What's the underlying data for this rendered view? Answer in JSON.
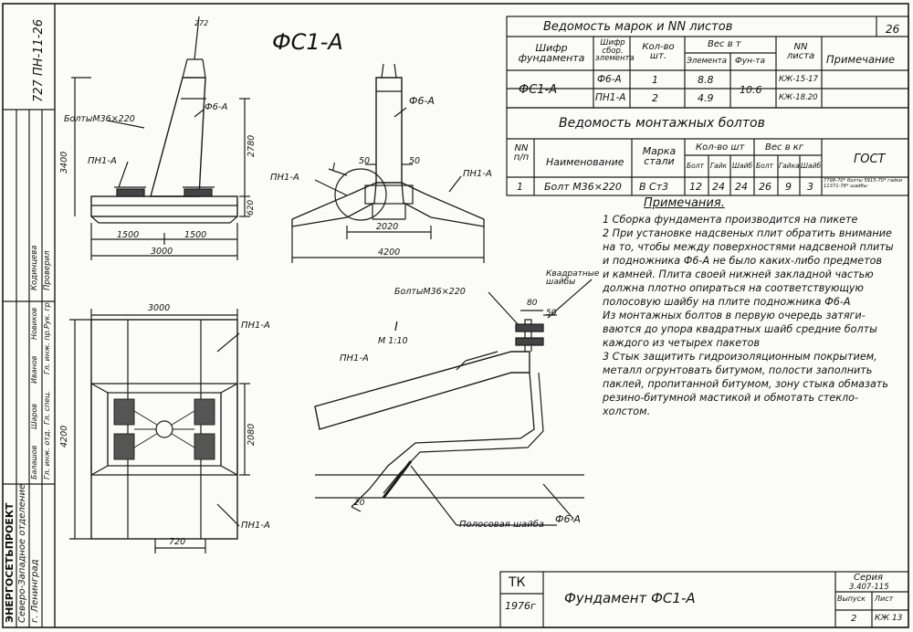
{
  "drawing": {
    "title": "ФС1-А",
    "sheet_number": "26",
    "code_rotated": "727 ПН-11-26"
  },
  "sheets_table": {
    "title": "Ведомость марок и NN листов",
    "h_foundation": "Шифр фундамента",
    "h_element": "Шифр сбор. элемента",
    "h_qty": "Кол-во шт.",
    "h_weight": "Вес в т",
    "h_w_element": "Элемента",
    "h_w_foundation": "Фун-та",
    "h_sheet": "NN листа",
    "h_note": "Примечание",
    "foundation": "ФС1-А",
    "rows": [
      {
        "element": "Ф6-А",
        "qty": "1",
        "weight": "8.8",
        "sheet": "КЖ-15-17"
      },
      {
        "element": "ПН1-А",
        "qty": "2",
        "weight": "4.9",
        "sheet": "КЖ-18.20"
      }
    ],
    "foundation_weight": "10.6"
  },
  "bolts_table": {
    "title": "Ведомость монтажных болтов",
    "h_num": "NN п/п",
    "h_name": "Наименование",
    "h_steel": "Марка стали",
    "h_qty": "Кол-во шт",
    "h_bolt": "Болт",
    "h_nut": "Гайк",
    "h_washer": "Шайб",
    "h_weight": "Вес в кг",
    "h_w_bolt": "Болт",
    "h_w_nut": "Гайка",
    "h_w_washer": "Шайб",
    "h_gost": "ГОСТ",
    "row": {
      "num": "1",
      "name": "Болт М36×220",
      "steel": "В Ст3",
      "bolts": "12",
      "nuts": "24",
      "washers": "24",
      "w_bolt": "26",
      "w_nut": "9",
      "w_washer": "3",
      "gost": "7798-70* болты 5915-70* гайки 11371-78* шайбы"
    }
  },
  "notes": {
    "title": "Примечания.",
    "lines": [
      "1 Сборка фундамента производится на пикете",
      "2 При установке надсвеных плит обратить внимание",
      "на то, чтобы между поверхностями надсвеной плиты",
      "и подножника Ф6-А не было каких-либо предметов",
      "и камней. Плита своей нижней закладной частью",
      "должна плотно опираться на соответствующую",
      "полосовую шайбу на плите подножника Ф6-А",
      "Из монтажных болтов в первую очередь затяги-",
      "ваются до упора квадратных шайб средние болты",
      "каждого из четырех пакетов",
      "3 Стык защитить гидроизоляционным покрытием,",
      "металл огрунтовать битумом, полости заполнить",
      "паклей, пропитанной битумом, зону стыка обмазать",
      "резино-битумной мастикой и обмотать стекло-",
      "холстом."
    ]
  },
  "labels": {
    "bolt1": "БолтыМ36×220",
    "f6a": "Ф6-А",
    "pn1a": "ПН1-А",
    "dim_3400": "3400",
    "dim_2780": "2780",
    "dim_620": "620",
    "dim_1500a": "1500",
    "dim_1500b": "1500",
    "dim_3000a": "3000",
    "dim_50a": "50",
    "dim_50b": "50",
    "callout_I": "I",
    "dim_2020": "2020",
    "dim_4200a": "4200",
    "dim_3000b": "3000",
    "dim_4200b": "4200",
    "dim_2080": "2080",
    "dim_720": "720",
    "bolt2": "БолтыМ36×220",
    "square_washers": "Квадратные шайбы",
    "dim_80": "80",
    "dim_50c": "50",
    "detail_I": "I",
    "scale": "М 1:10",
    "strip_washer": "Полосовая шайба",
    "dim_20": "20",
    "top_angle": "272"
  },
  "side_stamp": {
    "col1": "ЭНЕРГОСЕТЬПРОЕКТ",
    "col2": "Северо-Западное отделение",
    "col3": "г. Ленинград",
    "roles": [
      "Гл. инж. отд.",
      "Гл. спец.",
      "Гл. инж. пр.",
      "Рук. гр."
    ],
    "names": [
      "Балашов",
      "Шаров",
      "Иванов",
      "Новиков"
    ],
    "approved": "Проверил",
    "approved_name": "Кодинцева"
  },
  "title_block": {
    "org": "ТК",
    "year": "1976г",
    "name": "Фундамент ФС1-А",
    "series_label": "Серия",
    "series": "3.407-115",
    "issue_label": "Выпуск",
    "sheet_label": "Лист",
    "issue": "2",
    "sheet": "КЖ 13"
  }
}
